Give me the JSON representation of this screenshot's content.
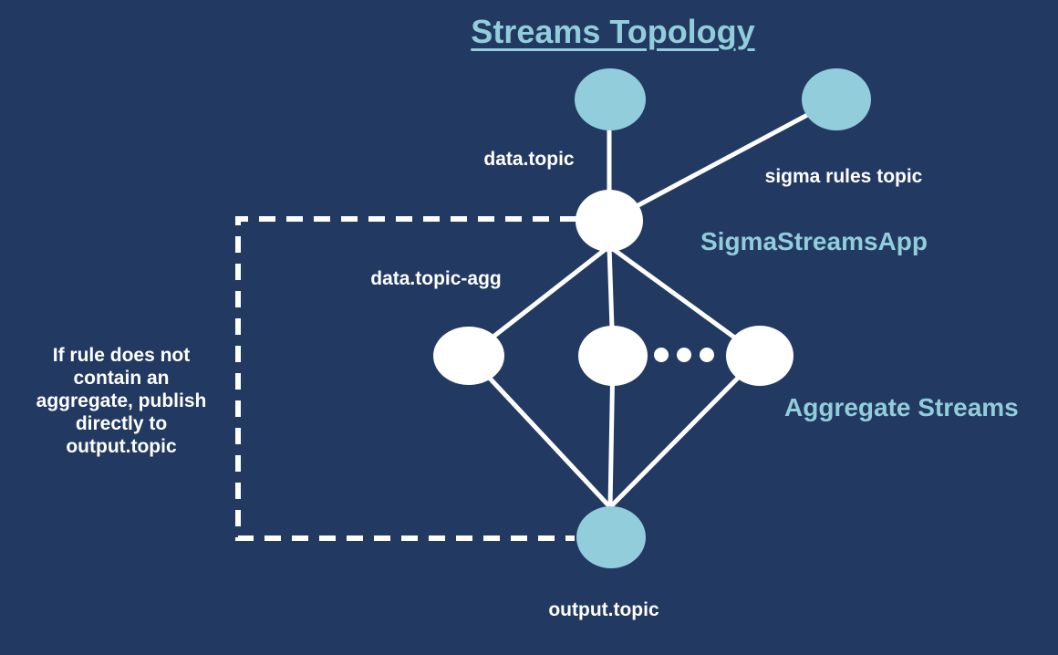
{
  "title": "Streams Topology",
  "colors": {
    "background": "#223961",
    "node_light": "#92cddc",
    "node_white": "#ffffff",
    "edge": "#ffffff",
    "accent_text": "#92cddc",
    "label_text": "#ffffff"
  },
  "diagram": {
    "labels": {
      "data_topic": "data.topic",
      "sigma_rules_topic": "sigma rules topic",
      "sigma_streams_app": "SigmaStreamsApp",
      "data_topic_agg": "data.topic-agg",
      "aggregate_streams": "Aggregate Streams",
      "output_topic": "output.topic"
    },
    "note": "If rule does not\ncontain an\naggregate, publish\ndirectly to\noutput.topic"
  }
}
